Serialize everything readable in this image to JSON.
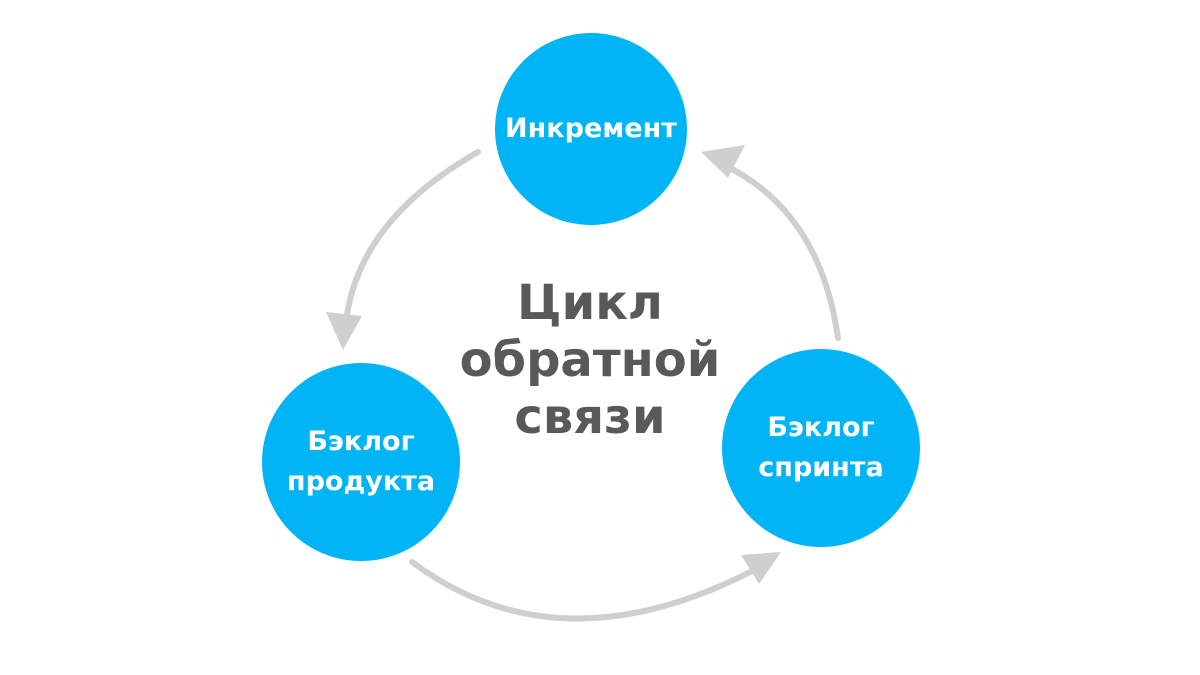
{
  "colors": {
    "node_fill": "#00b4f5",
    "node_text": "#ffffff",
    "arrow": "#cfcfcf",
    "title_text": "#595959",
    "background": "#ffffff"
  },
  "center": {
    "lines": [
      "Цикл",
      "обратной",
      "связи"
    ]
  },
  "nodes": {
    "increment": {
      "lines": [
        "Инкремент"
      ]
    },
    "product_backlog": {
      "lines": [
        "Бэклог",
        "продукта"
      ]
    },
    "sprint_backlog": {
      "lines": [
        "Бэклог",
        "спринта"
      ]
    }
  },
  "arrows": [
    {
      "from": "Инкремент",
      "to": "Бэклог продукта"
    },
    {
      "from": "Бэклог продукта",
      "to": "Бэклог спринта"
    },
    {
      "from": "Бэклог спринта",
      "to": "Инкремент"
    }
  ]
}
